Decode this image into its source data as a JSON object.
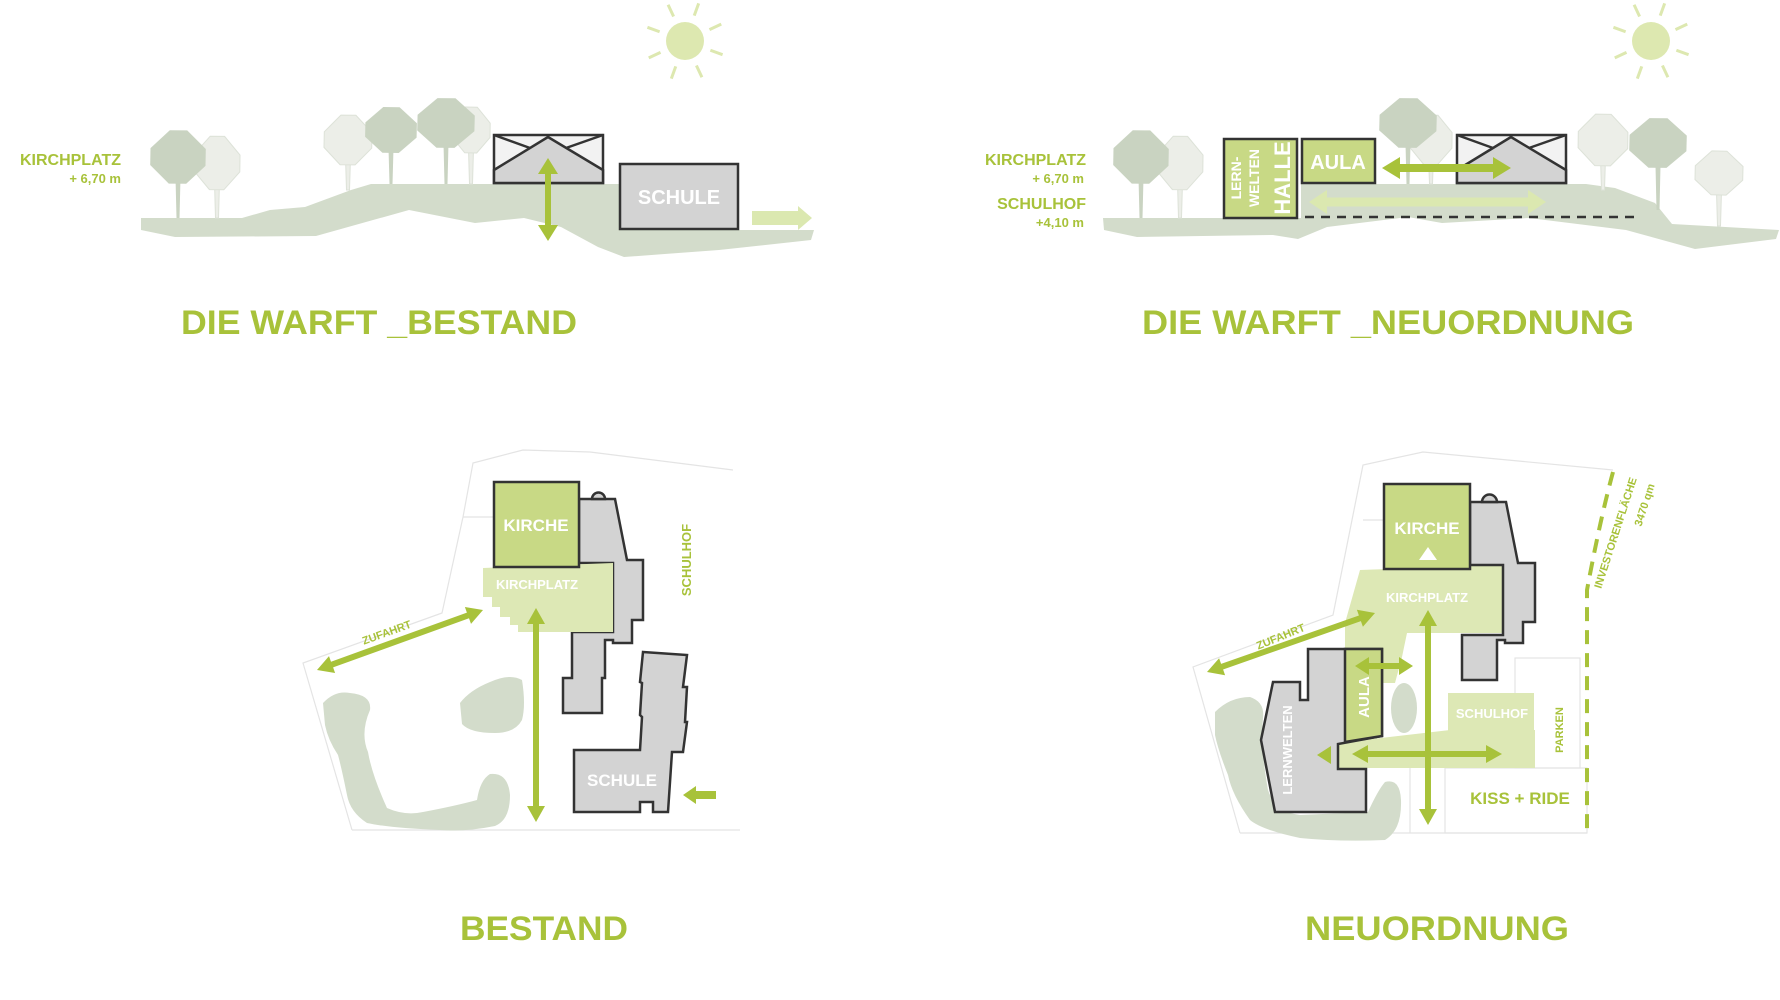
{
  "colors": {
    "accent_green": "#a8c23a",
    "light_green": "#dde8b5",
    "building_grey": "#d3d3d3",
    "ground": "#d3dccb",
    "sun": "#dde8b0"
  },
  "section_bestand": {
    "kirchplatz_label": "KIRCHPLATZ",
    "kirchplatz_height": "+ 6,70 m",
    "schule_label": "SCHULE",
    "title": "DIE WARFT _BESTAND"
  },
  "section_neuordnung": {
    "kirchplatz_label": "KIRCHPLATZ",
    "kirchplatz_height": "+ 6,70 m",
    "schulhof_label": "SCHULHOF",
    "schulhof_height": "+4,10 m",
    "lernwelten_line1": "LERN-",
    "lernwelten_line2": "WELTEN",
    "halle_label": "HALLE",
    "aula_label": "AULA",
    "title": "DIE WARFT _NEUORDNUNG"
  },
  "plan_bestand": {
    "kirche": "KIRCHE",
    "kirchplatz": "KIRCHPLATZ",
    "schulhof": "SCHULHOF",
    "zufahrt": "ZUFAHRT",
    "schule": "SCHULE",
    "title": "BESTAND"
  },
  "plan_neuordnung": {
    "kirche": "KIRCHE",
    "kirchplatz": "KIRCHPLATZ",
    "zufahrt": "ZUFAHRT",
    "aula": "AULA",
    "lernwelten": "LERNWELTEN",
    "schulhof": "SCHULHOF",
    "parken": "PARKEN",
    "kiss_ride": "KISS + RIDE",
    "investorenflaeche": "INVESTORENFLÄCHE",
    "investor_area": "3470 qm",
    "title": "NEUORDNUNG"
  }
}
